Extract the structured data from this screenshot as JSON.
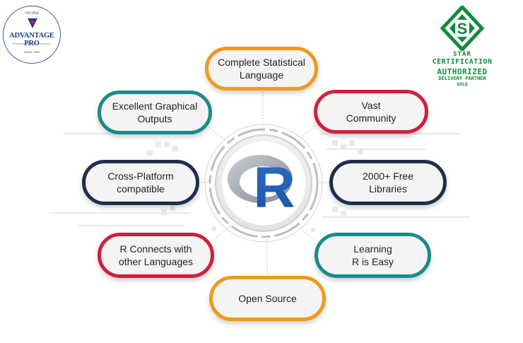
{
  "logos": {
    "left": {
      "top_text": "VECTRA",
      "name": "ADVANTAGE PRO",
      "tagline": "Rewarding with success",
      "since": "SINCE 1999"
    },
    "right": {
      "icon": "star-certification-s-icon",
      "line1": "STAR",
      "line2": "CERTIFICATION",
      "line3": "AUTHORIZED",
      "line4": "DELIVERY PARTNER",
      "line5": "GOLD"
    }
  },
  "center": {
    "letter": "R",
    "icon": "r-language-logo"
  },
  "features": [
    {
      "label": "Complete Statistical\nLanguage",
      "color": "#ef9a1c"
    },
    {
      "label": "Vast\nCommunity",
      "color": "#d01f3c"
    },
    {
      "label": "2000+ Free\nLibraries",
      "color": "#1e2f4b"
    },
    {
      "label": "Learning\nR is Easy",
      "color": "#1d8a88"
    },
    {
      "label": "Open Source",
      "color": "#ef9a1c"
    },
    {
      "label": "R Connects with\nother Languages",
      "color": "#d01f3c"
    },
    {
      "label": "Cross-Platform\ncompatible",
      "color": "#1e2f4b"
    },
    {
      "label": "Excellent Graphical\nOutputs",
      "color": "#1d8a88"
    }
  ]
}
